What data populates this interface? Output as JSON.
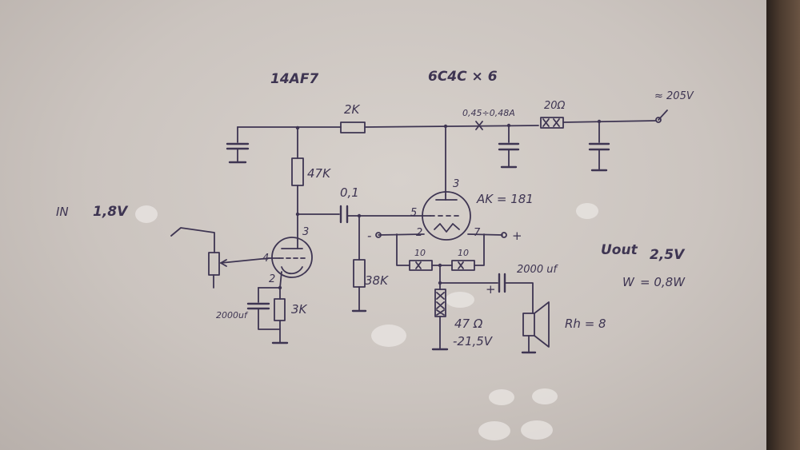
{
  "tubes": {
    "driver": "14AF7",
    "output": "6C4C × 6"
  },
  "components": {
    "r_2k": "2K",
    "r_47k": "47K",
    "c_01": "0,1",
    "current": "0,45÷0,48A",
    "r_20": "20Ω",
    "supply": "≈ 205V",
    "r_38k": "38K",
    "r_3k": "3K",
    "c_2000_cathode": "2000uf",
    "r_10_left": "10",
    "r_10_right": "10",
    "c_2000_out": "2000 uf",
    "r_47_ohm": "47 Ω",
    "bias_voltage": "-21,5V",
    "load": "Rh = 8",
    "ak": "AK = 181"
  },
  "pins": {
    "driver_anode": "3",
    "driver_grid": "4",
    "driver_cathode": "2",
    "output_anode": "3",
    "output_grid": "5",
    "output_heater_left": "2",
    "output_heater_right": "7"
  },
  "polarity": {
    "minus": "-",
    "plus": "+",
    "cap_plus": "+"
  },
  "annotations": {
    "input_label": "IN",
    "input_voltage": "1,8V",
    "output_voltage_label": "Uout",
    "output_voltage": "2,5V",
    "power_label": "W",
    "power_value": "= 0,8W"
  },
  "colors": {
    "ink": "#3e3552",
    "paper": "#cdc6c1"
  }
}
